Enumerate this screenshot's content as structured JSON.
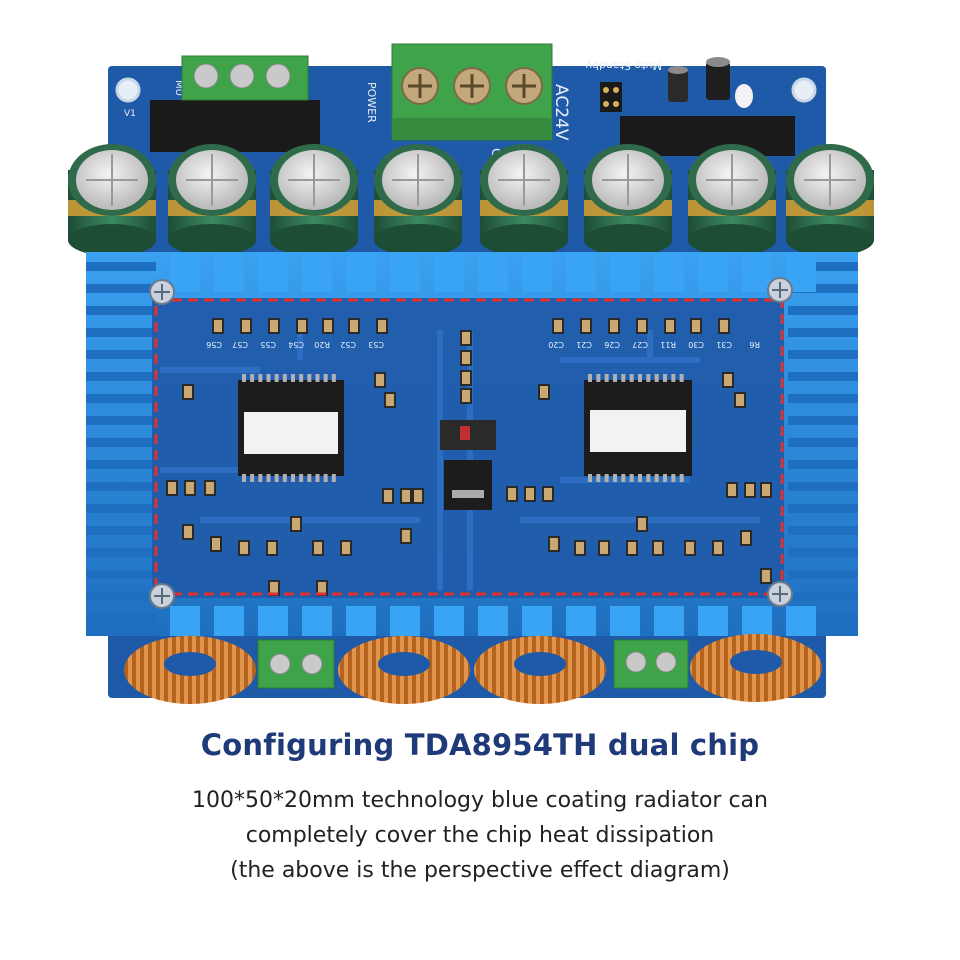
{
  "board": {
    "silkscreen": {
      "power": "POWER",
      "ac24v": "AC24V",
      "gnd": "GND",
      "mute_standby": "Mute Standby",
      "mu": "MU",
      "v1": "V1",
      "chip_labels": [
        "C56",
        "C57",
        "C55",
        "C54",
        "R20",
        "C52",
        "C53",
        "C20",
        "C21",
        "C26",
        "C27",
        "R11",
        "C30",
        "C31",
        "R6"
      ]
    },
    "colors": {
      "pcb": "#1f5aa8",
      "heatsink": "#2f8ee0",
      "capacitor": "#2f6b4a",
      "terminal": "#3fa34a",
      "inductor": "#c8702a",
      "highlight": "#e03030"
    }
  },
  "caption": {
    "title": "Configuring TDA8954TH dual chip",
    "line1": "100*50*20mm technology blue coating radiator can",
    "line2": "completely cover the chip heat dissipation",
    "line3": "(the above is the perspective effect diagram)"
  }
}
